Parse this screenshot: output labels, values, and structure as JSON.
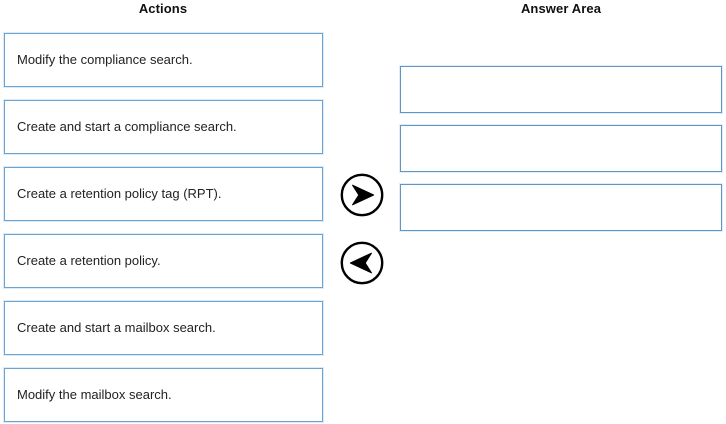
{
  "headers": {
    "actions": "Actions",
    "answer_area": "Answer Area"
  },
  "colors": {
    "action_box_border": "#6ba4d1",
    "answer_box_border": "#5e96c6",
    "arrow_stroke": "#000000",
    "text": "#222222",
    "background": "#ffffff"
  },
  "actions": {
    "items": [
      {
        "label": "Modify the compliance search."
      },
      {
        "label": "Create and start a compliance search."
      },
      {
        "label": "Create a retention policy tag (RPT)."
      },
      {
        "label": "Create a retention policy."
      },
      {
        "label": "Create and start a mailbox search."
      },
      {
        "label": "Modify the mailbox search."
      }
    ]
  },
  "controls": {
    "move_right": {
      "icon": "arrow-right-circle-icon",
      "label": ""
    },
    "move_left": {
      "icon": "arrow-left-circle-icon",
      "label": ""
    }
  },
  "answer_area": {
    "slots": [
      {
        "value": ""
      },
      {
        "value": ""
      },
      {
        "value": ""
      }
    ]
  }
}
